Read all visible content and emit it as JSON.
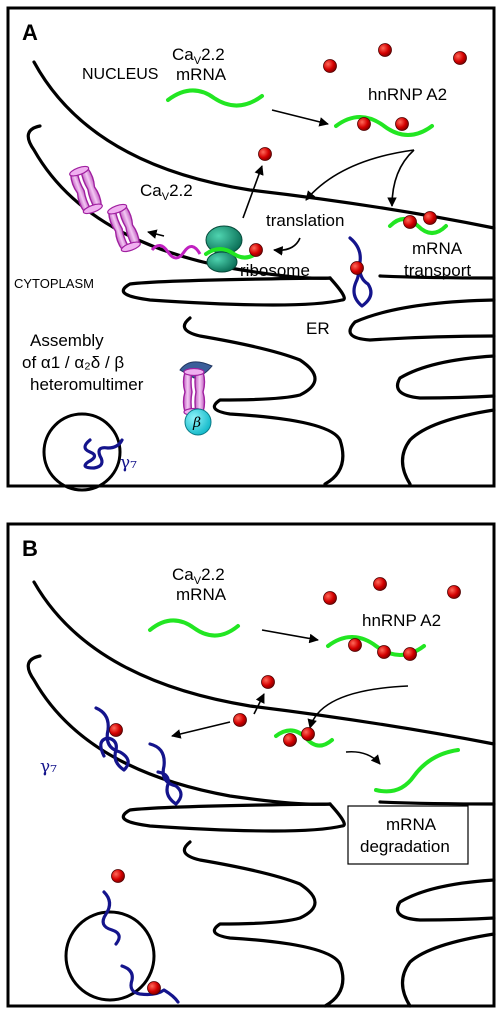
{
  "panel_a": {
    "letter": "A",
    "nucleus": "NUCLEUS",
    "mrna_line1": "Ca",
    "mrna_sub": "V",
    "mrna_line1_rest": "2.2",
    "mrna_line2": "mRNA",
    "hnrnp": "hnRNP A2",
    "cav_label": "Ca",
    "cav_sub": "V",
    "cav_rest": "2.2",
    "translation": "translation",
    "ribosome": "ribosome",
    "mrna_transport_1": "mRNA",
    "mrna_transport_2": "transport",
    "cytoplasm": "CYTOPLASM",
    "er": "ER",
    "assembly_1": "Assembly",
    "assembly_2": "of α1 / α₂δ / β",
    "assembly_3": "heteromultimer",
    "beta": "β",
    "gamma": "γ₇"
  },
  "panel_b": {
    "letter": "B",
    "mrna_line1": "Ca",
    "mrna_sub": "V",
    "mrna_line1_rest": "2.2",
    "mrna_line2": "mRNA",
    "hnrnp": "hnRNP A2",
    "gamma": "γ₇",
    "degradation_1": "mRNA",
    "degradation_2": "degradation"
  },
  "colors": {
    "mrna": "#22e622",
    "hnrnp": "#cc0000",
    "gamma_protein": "#14148c",
    "channel": "#e6a0e6",
    "ribosome": "#0f8a6e",
    "beta_subunit": "#22d8e6",
    "alpha2delta": "#3b5e9a"
  }
}
